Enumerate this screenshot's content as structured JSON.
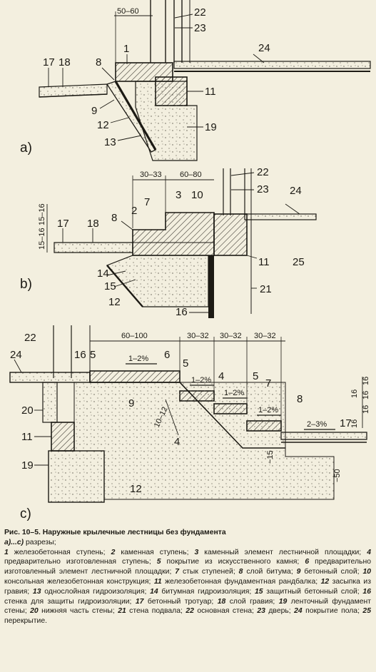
{
  "figure": {
    "fig_a": {
      "caption": "a)",
      "dims": [
        "50–60"
      ],
      "labels": [
        "22",
        "23",
        "1",
        "24",
        "17",
        "18",
        "8",
        "11",
        "9",
        "12",
        "19",
        "13"
      ]
    },
    "fig_b": {
      "caption": "b)",
      "dims": [
        "30–33",
        "60–80",
        "15–16",
        "15–16"
      ],
      "labels": [
        "22",
        "23",
        "3",
        "10",
        "24",
        "7",
        "2",
        "17",
        "18",
        "8",
        "11",
        "25",
        "14",
        "15",
        "12",
        "21",
        "16"
      ]
    },
    "fig_c": {
      "caption": "c)",
      "dims": [
        "60–100",
        "30–32",
        "30–32",
        "30–32",
        "10–12",
        "−15",
        "−50",
        "16",
        "16",
        "16",
        "16",
        "16"
      ],
      "slopes": [
        "1–2%",
        "1–2%",
        "1–2%",
        "1–2%",
        "2–3%"
      ],
      "labels": [
        "22",
        "24",
        "16",
        "5",
        "6",
        "5",
        "4",
        "5",
        "7",
        "8",
        "17",
        "20",
        "9",
        "4",
        "11",
        "19",
        "12"
      ]
    }
  },
  "caption": {
    "title": "Рис. 10–5. Наружные крылечные лестницы без фундамента",
    "subtitle_bold": "а)...с)",
    "subtitle": " разрезы;",
    "legend": [
      {
        "n": "1",
        "t": "железобетонная ступень;"
      },
      {
        "n": "2",
        "t": "каменная ступень;"
      },
      {
        "n": "3",
        "t": "каменный элемент лестничной площадки;"
      },
      {
        "n": "4",
        "t": "предварительно изготовленная ступень;"
      },
      {
        "n": "5",
        "t": "покрытие из искусственного камня;"
      },
      {
        "n": "6",
        "t": "предварительно изготовленный элемент лестничной площадки;"
      },
      {
        "n": "7",
        "t": "стык ступеней;"
      },
      {
        "n": "8",
        "t": "слой битума;"
      },
      {
        "n": "9",
        "t": "бетонный слой;"
      },
      {
        "n": "10",
        "t": "консольная железобетонная конструкция;"
      },
      {
        "n": "11",
        "t": "железобетонная фундаментная рандбалка;"
      },
      {
        "n": "12",
        "t": "засыпка из гравия;"
      },
      {
        "n": "13",
        "t": "однослойная гидроизоляция;"
      },
      {
        "n": "14",
        "t": "битумная гидроизоляция;"
      },
      {
        "n": "15",
        "t": "защитный бетонный слой;"
      },
      {
        "n": "16",
        "t": "стенка для защиты гидроизоляции;"
      },
      {
        "n": "17",
        "t": "бетонный тротуар;"
      },
      {
        "n": "18",
        "t": "слой гравия;"
      },
      {
        "n": "19",
        "t": "ленточный фундамент стены;"
      },
      {
        "n": "20",
        "t": "нижняя часть стены;"
      },
      {
        "n": "21",
        "t": "стена подвала;"
      },
      {
        "n": "22",
        "t": "основная стена;"
      },
      {
        "n": "23",
        "t": "дверь;"
      },
      {
        "n": "24",
        "t": "покрытие пола;"
      },
      {
        "n": "25",
        "t": "перекрытие."
      }
    ]
  }
}
